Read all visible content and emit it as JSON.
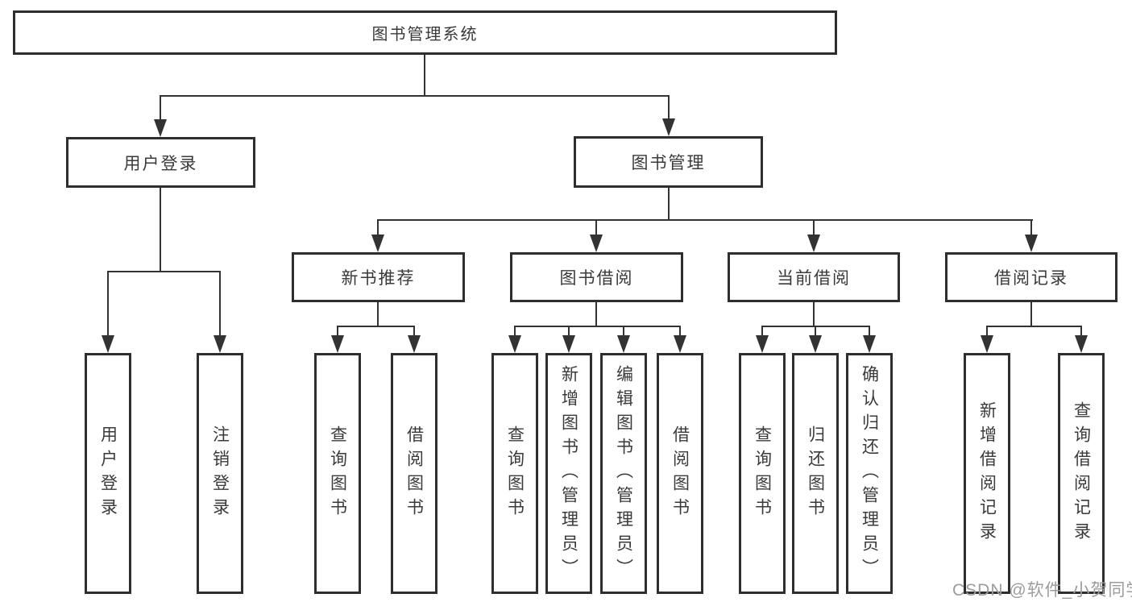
{
  "tree": {
    "root": {
      "label": "图书管理系统",
      "children": [
        {
          "label": "用户登录",
          "children": [
            {
              "label": "用户登录"
            },
            {
              "label": "注销登录"
            }
          ]
        },
        {
          "label": "图书管理",
          "children": [
            {
              "label": "新书推荐",
              "children": [
                {
                  "label": "查询图书"
                },
                {
                  "label": "借阅图书"
                }
              ]
            },
            {
              "label": "图书借阅",
              "children": [
                {
                  "label": "查询图书"
                },
                {
                  "label": "新增图书（管理员）"
                },
                {
                  "label": "编辑图书（管理员）"
                },
                {
                  "label": "借阅图书"
                }
              ]
            },
            {
              "label": "当前借阅",
              "children": [
                {
                  "label": "查询图书"
                },
                {
                  "label": "归还图书"
                },
                {
                  "label": "确认归还（管理员）"
                }
              ]
            },
            {
              "label": "借阅记录",
              "children": [
                {
                  "label": "新增借阅记录"
                },
                {
                  "label": "查询借阅记录"
                }
              ]
            }
          ]
        }
      ]
    }
  },
  "watermark": {
    "text": "CSDN @软件_小贺同学"
  },
  "colors": {
    "line": "#333333",
    "border": "#2e2e2e",
    "text": "#3a3a3a",
    "watermark": "#9c9c9c"
  }
}
